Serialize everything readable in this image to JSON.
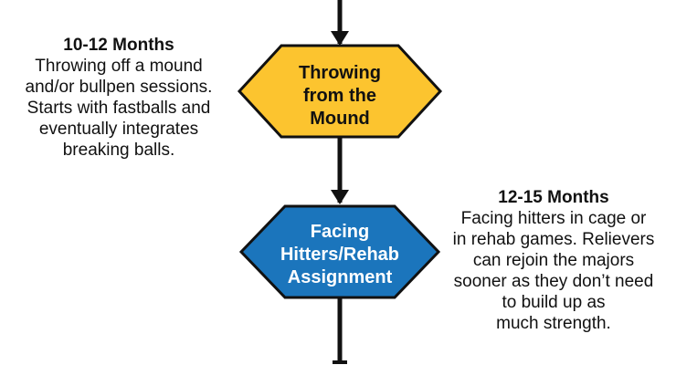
{
  "left_note": {
    "title": "10-12 Months",
    "lines": [
      "Throwing off a mound",
      "and/or bullpen sessions.",
      "Starts with fastballs and",
      "eventually integrates",
      "breaking balls."
    ]
  },
  "right_note": {
    "title": "12-15 Months",
    "lines": [
      "Facing hitters in cage or",
      "in rehab games. Relievers",
      "can rejoin the majors",
      "sooner as they don’t need",
      "to build up as",
      "much strength."
    ]
  },
  "nodes": {
    "throwing": {
      "lines": [
        "Throwing",
        "from the",
        "Mound"
      ],
      "fill": "#FCC42F"
    },
    "facing": {
      "lines": [
        "Facing",
        "Hitters/Rehab",
        "Assignment"
      ],
      "fill": "#1B75BC"
    }
  },
  "colors": {
    "stroke": "#111111",
    "connector": "#111111"
  }
}
